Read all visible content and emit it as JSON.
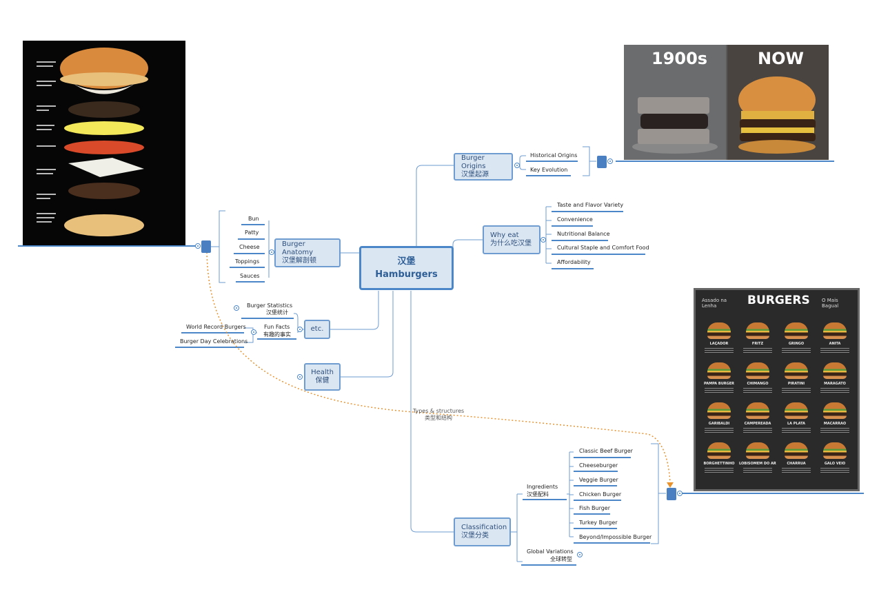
{
  "root": {
    "title_cn": "汉堡",
    "title_en": "Hamburgers"
  },
  "branches": {
    "origins": {
      "line1": "Burger Origins",
      "line2": "汉堡起源",
      "children": [
        "Historical Origins",
        "Key Evolution"
      ]
    },
    "why_eat": {
      "line1": "Why eat",
      "line2": "为什么吃汉堡",
      "children": [
        "Taste and Flavor Variety",
        "Convenience",
        "Nutritional Balance",
        "Cultural Staple and Comfort Food",
        "Affordability"
      ]
    },
    "anatomy": {
      "line1": "Burger Anatomy",
      "line2": "汉堡解剖顿",
      "children": [
        "Bun",
        "Patty",
        "Cheese",
        "Toppings",
        "Sauces"
      ]
    },
    "etc": {
      "label": "etc.",
      "stats_en": "Burger Statistics",
      "stats_cn": "汉堡统计",
      "fun_en": "Fun Facts",
      "fun_cn": "有趣的事实",
      "fun_children": [
        "World Record Burgers",
        "Burger Day Celebrations"
      ]
    },
    "health": {
      "line1": "Health",
      "line2": "保健"
    },
    "classification": {
      "line1": "Classification",
      "line2": "汉堡分类",
      "ingredients_en": "Ingredients",
      "ingredients_cn": "汉堡配料",
      "ingredient_children": [
        "Classic Beef Burger",
        "Cheeseburger",
        "Veggie Burger",
        "Chicken Burger",
        "Fish Burger",
        "Turkey Burger",
        "Beyond/Impossible Burger"
      ],
      "global_en": "Global Variations",
      "global_cn": "全球转型"
    }
  },
  "relationship": {
    "line1": "Types & structures",
    "line2": "类型和结构"
  },
  "images": {
    "evolution": {
      "left_label": "1900s",
      "right_label": "NOW"
    },
    "menu": {
      "title": "BURGERS",
      "corner_left": "Assado na Lenha",
      "corner_right": "O Mais Bagual",
      "items": [
        "LAÇADOR",
        "FRITZ",
        "GRINGO",
        "ANITA",
        "PAMPA BURGER",
        "CHIMANGO",
        "PIRATINI",
        "MARAGATO",
        "GARIBALDI",
        "CAMPEREADA",
        "LA PLATA",
        "MACARRÃO",
        "BORGHETTINHO",
        "LOBISOMEM DO ARVOREDO",
        "CHARRUA",
        "GALO VÉIO"
      ]
    }
  },
  "colors": {
    "topic_fill": "#dbe6f3",
    "topic_border": "#6e9bd0",
    "root_border": "#4a86c8",
    "line": "#4a86c8",
    "relationship": "#e8922e"
  }
}
